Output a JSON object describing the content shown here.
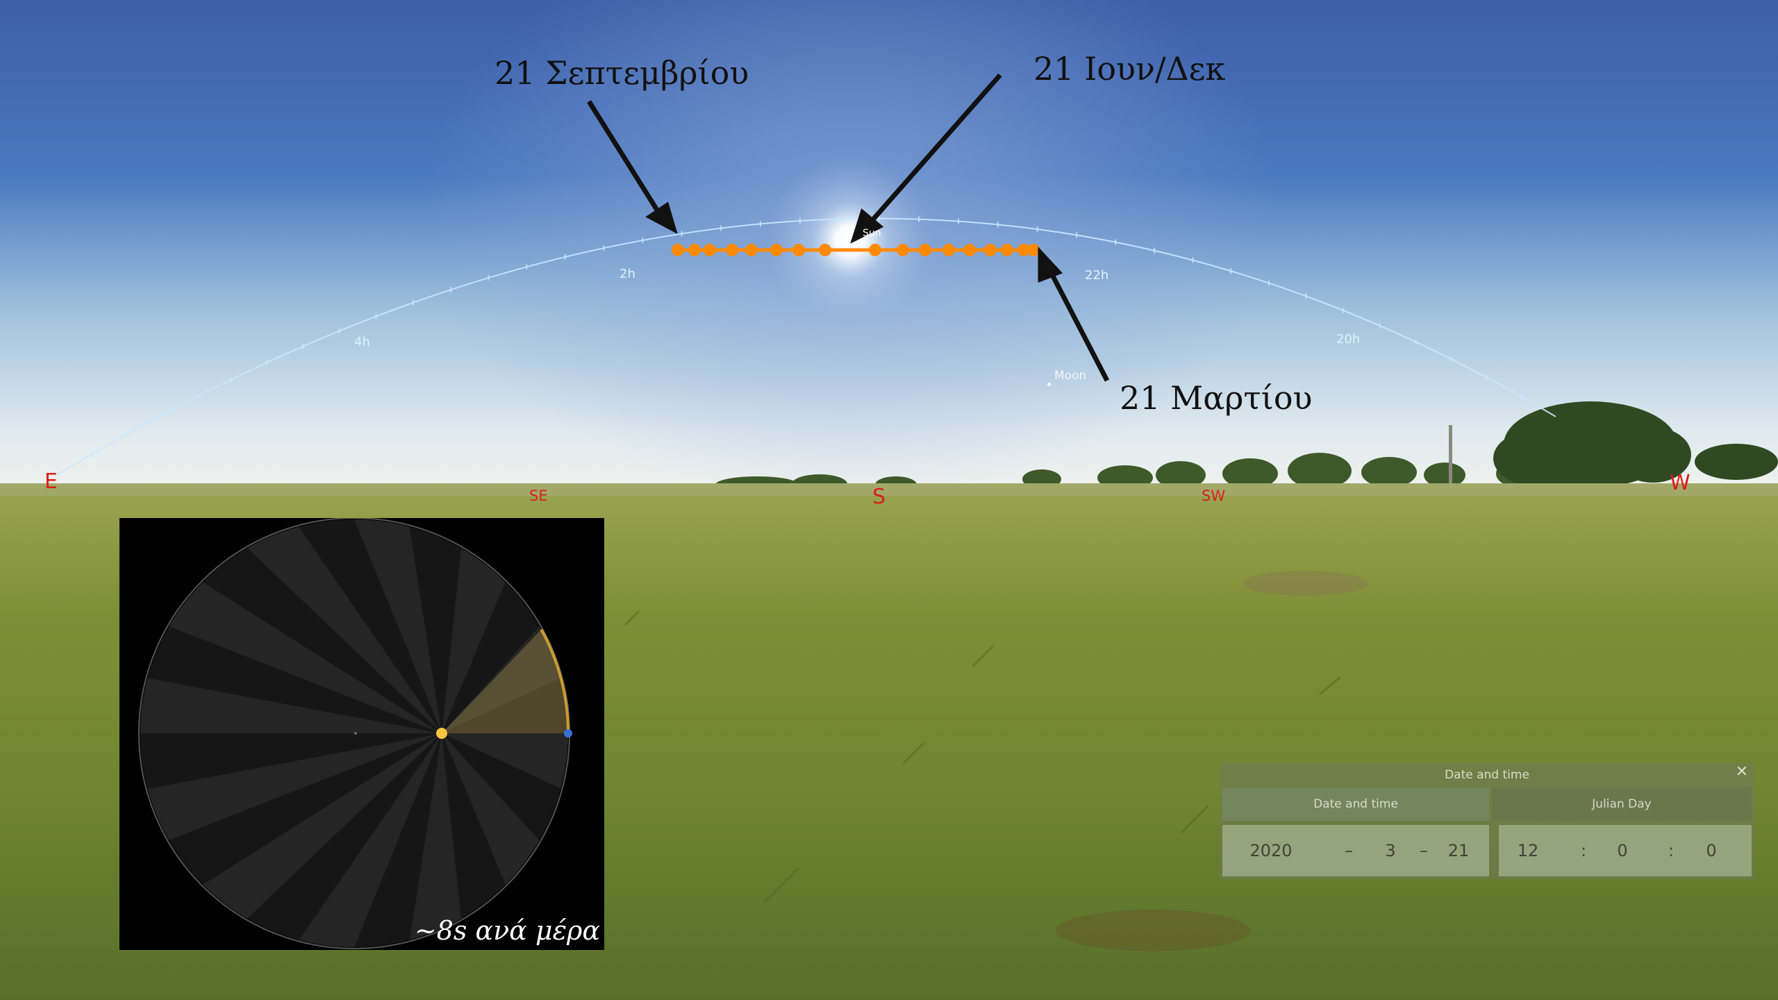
{
  "annotations": {
    "september": "21 Σεπτεμβρίου",
    "june_dec": "21 Ιουν/Δεκ",
    "march": "21 Μαρτίου"
  },
  "sky": {
    "hour_labels": [
      "2h",
      "4h",
      "22h",
      "20h"
    ],
    "moon_label": "Moon",
    "sun_label": "Sun",
    "cardinals": [
      "E",
      "SE",
      "S",
      "SW",
      "W"
    ]
  },
  "analemma": {
    "point_count": 17,
    "color": "#ff8a00"
  },
  "inset": {
    "caption": "~8s ανά μέρα",
    "sun_color": "#f5c542",
    "earth_color": "#3a6fd8",
    "daylight_color": "#a08a4a",
    "sector_count": 24
  },
  "date_time_dialog": {
    "title": "Date and time",
    "close_icon": "close-icon",
    "tabs": [
      "Date and time",
      "Julian Day"
    ],
    "year": "2020",
    "month": "3",
    "day": "21",
    "hour": "12",
    "minute": "0",
    "second": "0",
    "date_separator": "–",
    "time_separator": ":"
  },
  "colors": {
    "sky_top": "#3a62a8",
    "horizon_glow": "#e9f0f0",
    "ground": "#7f8d2f",
    "cardinal": "#d8201a",
    "ecliptic": "#c8e8ff"
  }
}
